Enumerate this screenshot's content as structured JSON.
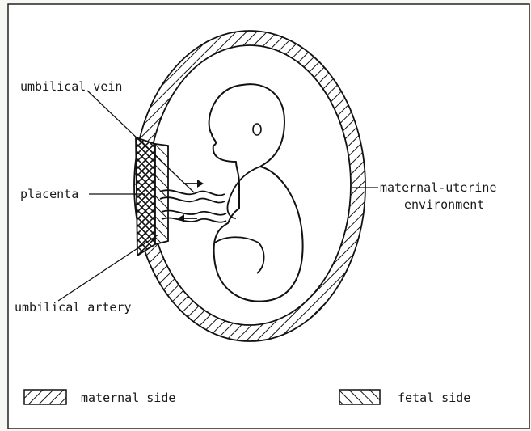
{
  "diagram": {
    "labels": {
      "umbilical_vein": "umbilical vein",
      "placenta": "placenta",
      "umbilical_artery": "umbilical artery",
      "maternal_uterine_line1": "maternal-uterine",
      "maternal_uterine_line2": "environment"
    },
    "legend": {
      "maternal": "maternal side",
      "fetal": "fetal side"
    }
  }
}
